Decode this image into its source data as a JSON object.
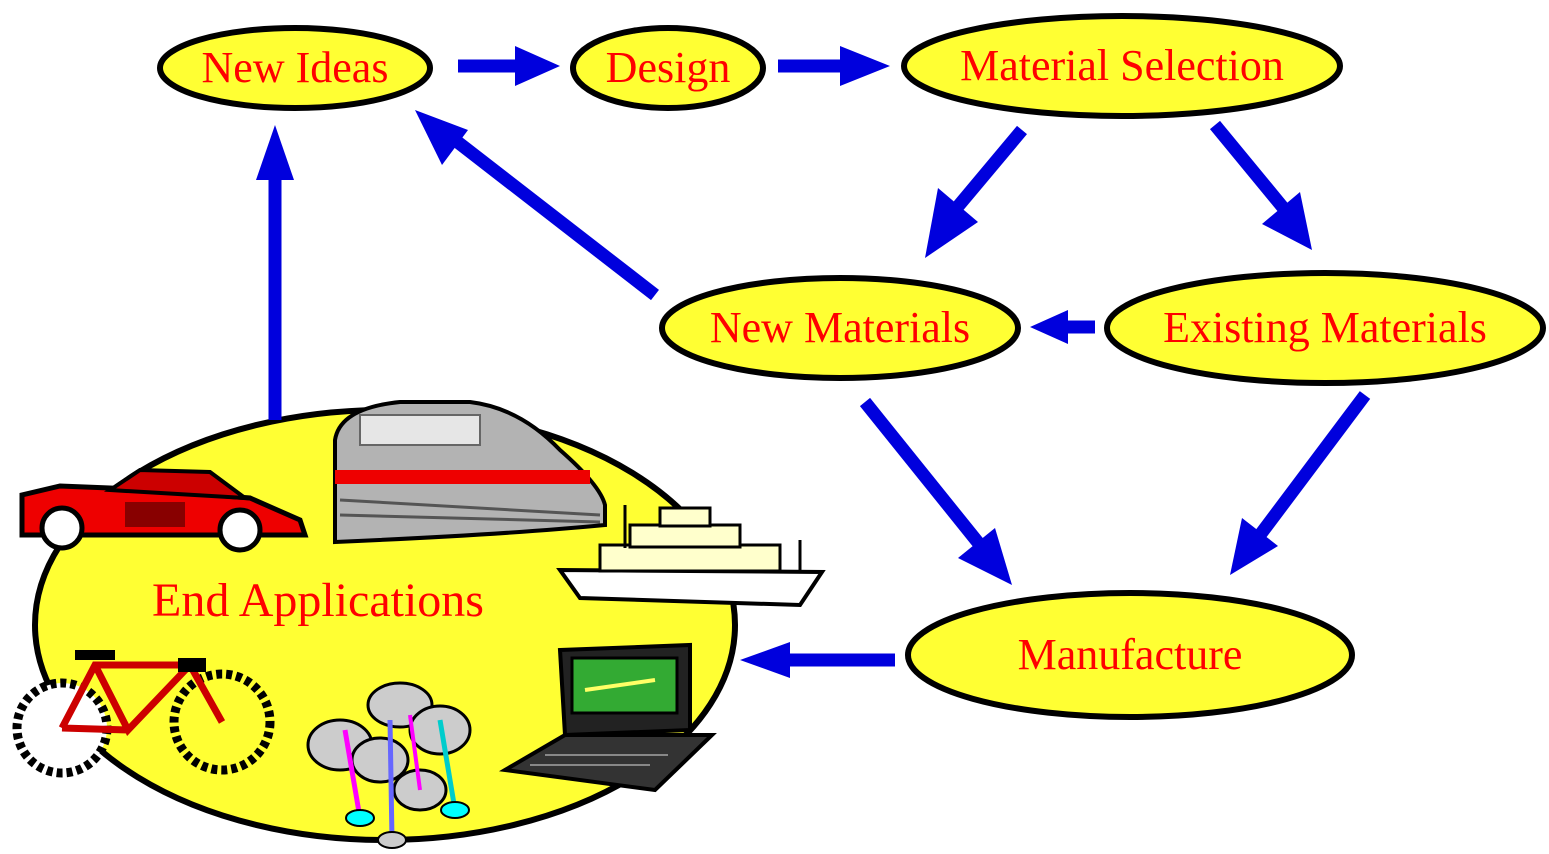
{
  "colors": {
    "node_fill": "#ffff33",
    "node_outline": "#000000",
    "label": "#ff0000",
    "arrow": "#0000dd"
  },
  "nodes": {
    "new_ideas": "New Ideas",
    "design": "Design",
    "material_selection": "Material Selection",
    "new_materials": "New Materials",
    "existing_materials": "Existing Materials",
    "manufacture": "Manufacture",
    "end_applications": "End Applications"
  },
  "edges": [
    {
      "from": "New Ideas",
      "to": "Design"
    },
    {
      "from": "Design",
      "to": "Material Selection"
    },
    {
      "from": "Material Selection",
      "to": "New Materials"
    },
    {
      "from": "Material Selection",
      "to": "Existing Materials"
    },
    {
      "from": "Existing Materials",
      "to": "New Materials"
    },
    {
      "from": "New Materials",
      "to": "New Ideas"
    },
    {
      "from": "New Materials",
      "to": "Manufacture"
    },
    {
      "from": "Existing Materials",
      "to": "Manufacture"
    },
    {
      "from": "Manufacture",
      "to": "End Applications"
    },
    {
      "from": "End Applications",
      "to": "New Ideas"
    }
  ],
  "illustrations": [
    "car-icon",
    "train-icon",
    "ship-icon",
    "bicycle-icon",
    "laptop-icon",
    "golf-clubs-icon"
  ]
}
